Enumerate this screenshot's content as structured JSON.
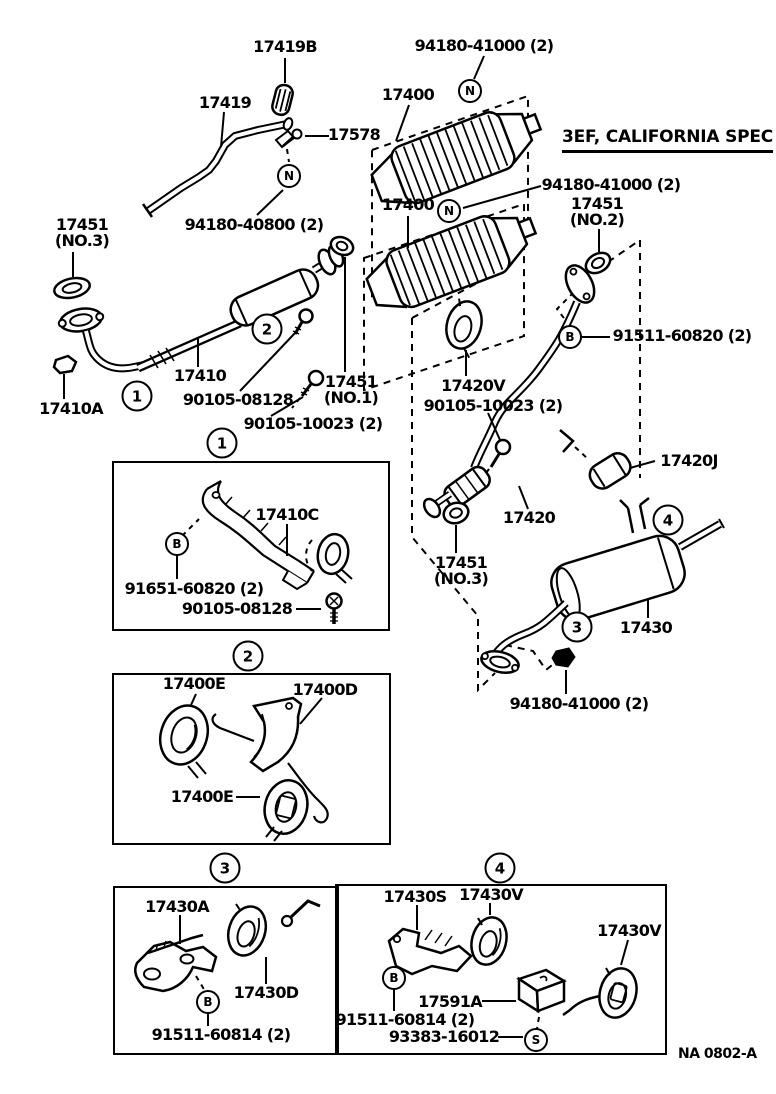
{
  "meta": {
    "spec_note": "3EF, CALIFORNIA SPEC",
    "drawing_code": "NA 0802-A"
  },
  "labels": {
    "l17419": "17419",
    "l17419b": "17419B",
    "l17578": "17578",
    "l17400": "17400",
    "l17410": "17410",
    "l17410a": "17410A",
    "l17410c": "17410C",
    "l17420": "17420",
    "l17420j": "17420J",
    "l17420v": "17420V",
    "l17430": "17430",
    "l17430a": "17430A",
    "l17430d": "17430D",
    "l17430s": "17430S",
    "l17430v": "17430V",
    "l17400e": "17400E",
    "l17400d": "17400D",
    "l17591a": "17591A",
    "l17451": "17451",
    "no1": "(NO.1)",
    "no2": "(NO.2)",
    "no3": "(NO.3)",
    "n94180_41000": "94180-41000 (2)",
    "n94180_40800": "94180-40800 (2)",
    "b90105_08128": "90105-08128",
    "b90105_10023": "90105-10023 (2)",
    "b91511_60820": "91511-60820 (2)",
    "b91511_60814": "91511-60814 (2)",
    "b91651_60820": "91651-60820 (2)",
    "s93383_16012": "93383-16012"
  },
  "callouts": {
    "c1": "1",
    "c2": "2",
    "c3": "3",
    "c4": "4",
    "nut": "N",
    "bolt": "B",
    "screw": "S"
  }
}
